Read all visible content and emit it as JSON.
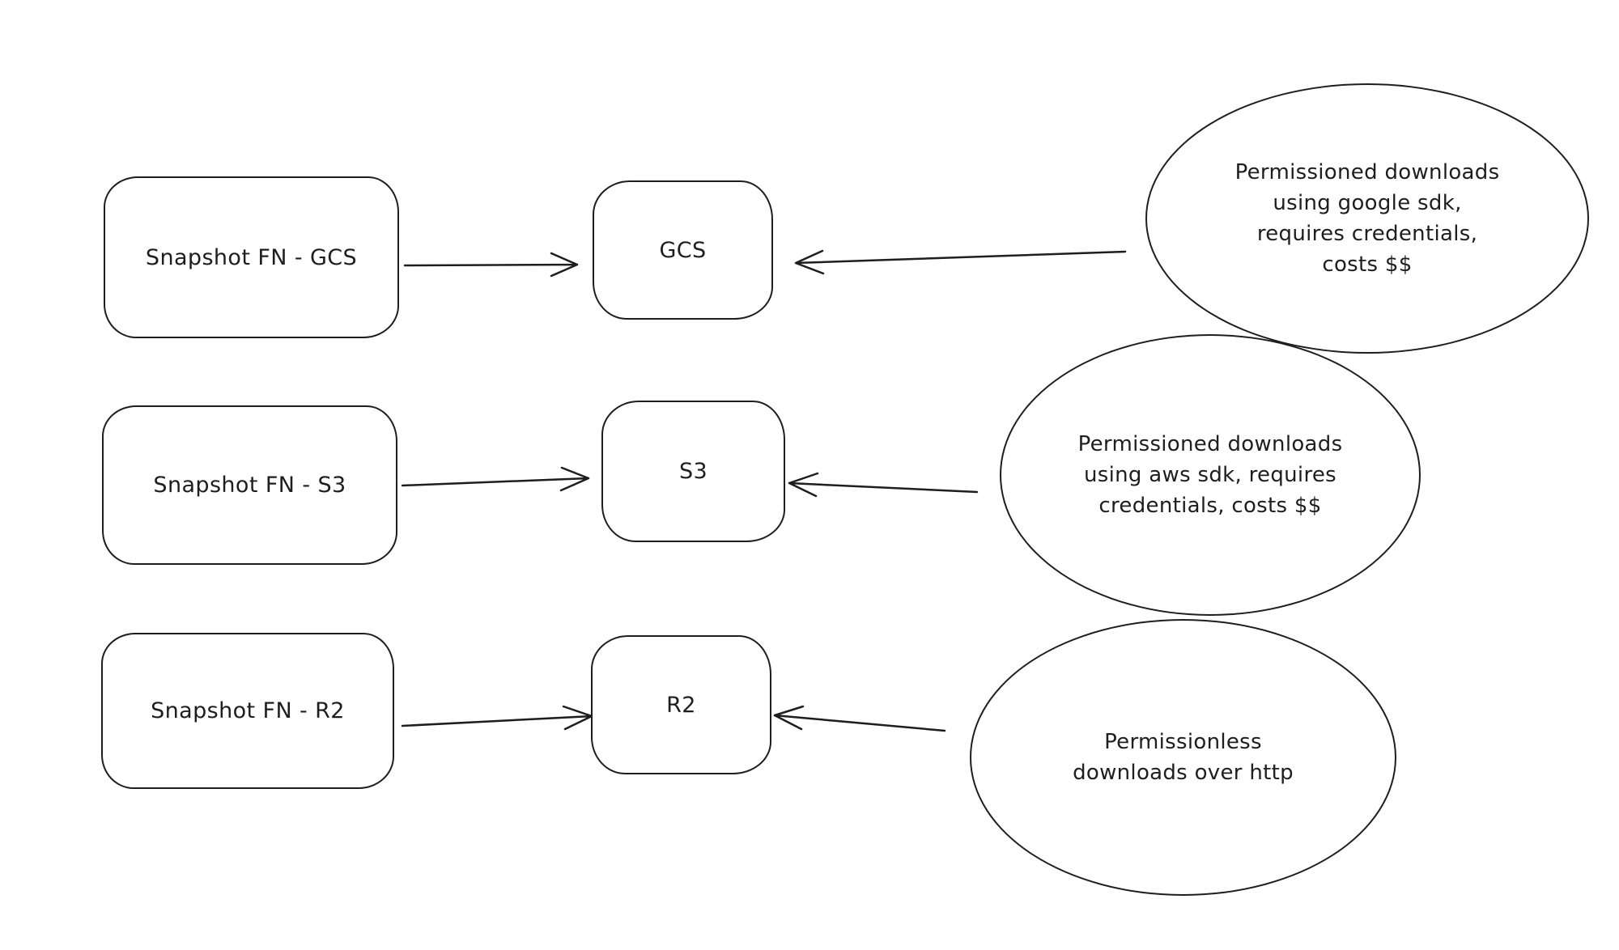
{
  "diagram": {
    "background_color": "#ffffff",
    "stroke_color": "#1e1e1e",
    "style": "hand-drawn sketch",
    "rows": [
      {
        "source": {
          "label": "Snapshot FN - GCS"
        },
        "target": {
          "label": "GCS"
        },
        "note": {
          "text": "Permissioned downloads using google sdk, requires credentials, costs $$",
          "lines": [
            "Permissioned downloads",
            "using google sdk,",
            "requires credentials,",
            "costs $$"
          ]
        }
      },
      {
        "source": {
          "label": "Snapshot FN - S3"
        },
        "target": {
          "label": "S3"
        },
        "note": {
          "text": "Permissioned downloads using aws sdk, requires credentials, costs $$",
          "lines": [
            "Permissioned downloads",
            "using aws sdk, requires",
            "credentials, costs $$"
          ]
        }
      },
      {
        "source": {
          "label": "Snapshot FN - R2"
        },
        "target": {
          "label": "R2"
        },
        "note": {
          "text": "Permissionless downloads over http",
          "lines": [
            "Permissionless",
            "downloads over http"
          ]
        }
      }
    ]
  }
}
